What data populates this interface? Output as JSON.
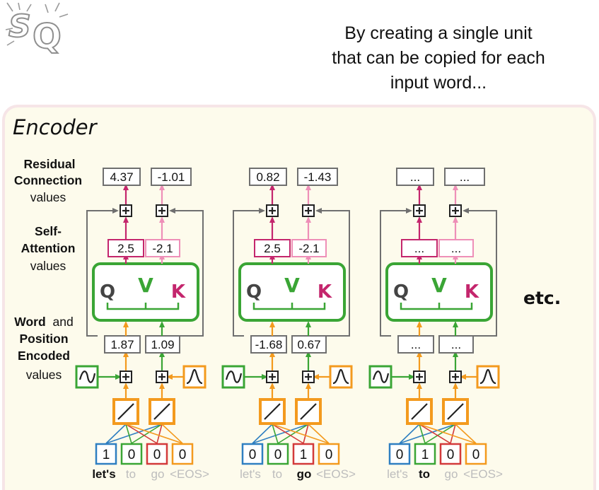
{
  "caption": [
    "By creating a single unit",
    "that can be copied for each",
    "input word..."
  ],
  "encoder_title": "Encoder",
  "row_labels": {
    "residual": {
      "bold": [
        "Residual",
        "Connection"
      ],
      "normal": "values"
    },
    "self_attention": {
      "bold": [
        "Self-",
        "Attention"
      ],
      "normal": "values"
    },
    "word_position": {
      "bold_1": "Word",
      "normal_1": "and",
      "bold_2": [
        "Position",
        "Encoded"
      ],
      "normal_2": "values"
    }
  },
  "qvk_letters": [
    "Q",
    "V",
    "K"
  ],
  "etc_label": "etc.",
  "tokens": [
    "let's",
    "to",
    "go",
    "<EOS>"
  ],
  "units": [
    {
      "residual": [
        "4.37",
        "-1.01"
      ],
      "attention": [
        "2.5",
        "-2.1"
      ],
      "encoded": [
        "1.87",
        "1.09"
      ],
      "onehot": [
        "1",
        "0",
        "0",
        "0"
      ],
      "active_token": 0
    },
    {
      "residual": [
        "0.82",
        "-1.43"
      ],
      "attention": [
        "2.5",
        "-2.1"
      ],
      "encoded": [
        "-1.68",
        "0.67"
      ],
      "onehot": [
        "0",
        "0",
        "1",
        "0"
      ],
      "active_token": 2
    },
    {
      "residual": [
        "...",
        "..."
      ],
      "attention": [
        "...",
        "..."
      ],
      "encoded": [
        "...",
        "..."
      ],
      "onehot": [
        "0",
        "1",
        "0",
        "0"
      ],
      "active_token": 1
    }
  ],
  "colors": {
    "green": "#3aa535",
    "orange": "#f39a1e",
    "magenta": "#c4266d",
    "pink": "#ee8fb8",
    "gray": "#6f6f6f",
    "blue": "#2f7fc1",
    "red": "#d33a3a",
    "panel": "#fdfbec"
  }
}
